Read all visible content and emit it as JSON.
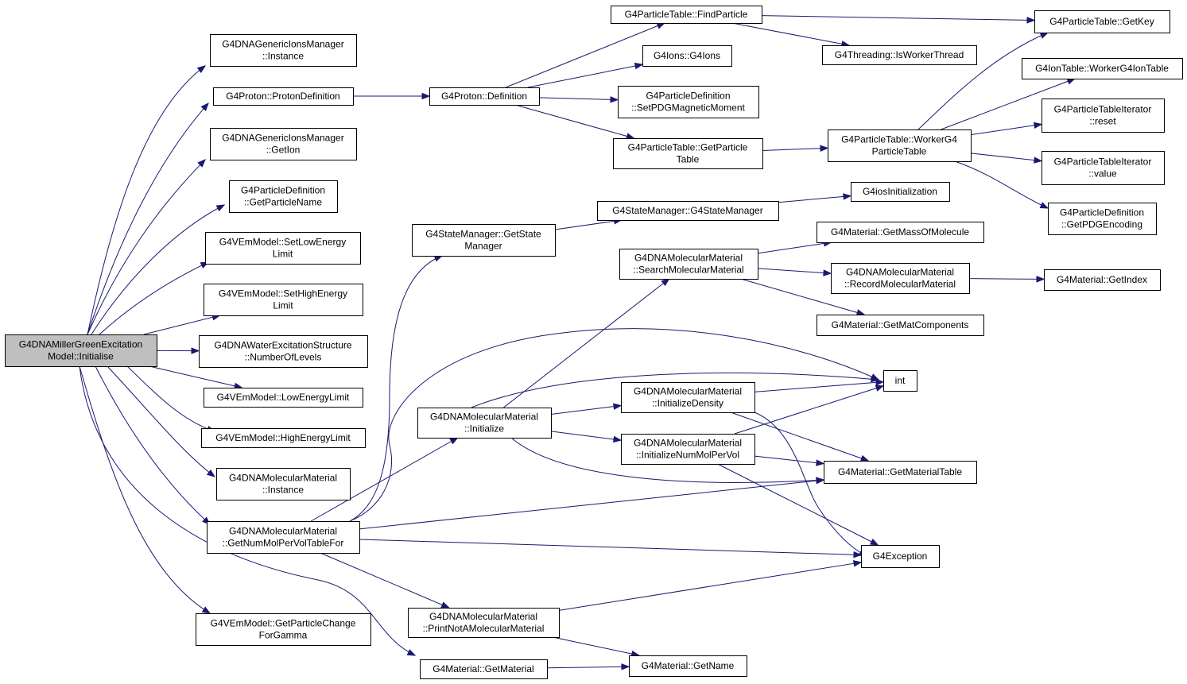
{
  "diagram": {
    "type": "call-graph",
    "root": "root",
    "nodes": [
      {
        "id": "root",
        "lines": [
          "G4DNAMillerGreenExcitation",
          "Model::Initialise"
        ]
      },
      {
        "id": "genericIonsInstance",
        "lines": [
          "G4DNAGenericIonsManager",
          "::Instance"
        ]
      },
      {
        "id": "protonDefinition",
        "lines": [
          "G4Proton::ProtonDefinition"
        ]
      },
      {
        "id": "genericIonsGetIon",
        "lines": [
          "G4DNAGenericIonsManager",
          "::GetIon"
        ]
      },
      {
        "id": "getParticleName",
        "lines": [
          "G4ParticleDefinition",
          "::GetParticleName"
        ]
      },
      {
        "id": "setLowEnergyLimit",
        "lines": [
          "G4VEmModel::SetLowEnergy",
          "Limit"
        ]
      },
      {
        "id": "setHighEnergyLimit",
        "lines": [
          "G4VEmModel::SetHighEnergy",
          "Limit"
        ]
      },
      {
        "id": "numberOfLevels",
        "lines": [
          "G4DNAWaterExcitationStructure",
          "::NumberOfLevels"
        ]
      },
      {
        "id": "lowEnergyLimit",
        "lines": [
          "G4VEmModel::LowEnergyLimit"
        ]
      },
      {
        "id": "highEnergyLimit",
        "lines": [
          "G4VEmModel::HighEnergyLimit"
        ]
      },
      {
        "id": "molMatInstance",
        "lines": [
          "G4DNAMolecularMaterial",
          "::Instance"
        ]
      },
      {
        "id": "getNumMolPerVolTableFor",
        "lines": [
          "G4DNAMolecularMaterial",
          "::GetNumMolPerVolTableFor"
        ]
      },
      {
        "id": "getParticleChangeForGamma",
        "lines": [
          "G4VEmModel::GetParticleChange",
          "ForGamma"
        ]
      },
      {
        "id": "protonDef",
        "lines": [
          "G4Proton::Definition"
        ]
      },
      {
        "id": "getStateManager",
        "lines": [
          "G4StateManager::GetState",
          "Manager"
        ]
      },
      {
        "id": "molMatInitialize",
        "lines": [
          "G4DNAMolecularMaterial",
          "::Initialize"
        ]
      },
      {
        "id": "printNotAMolecularMaterial",
        "lines": [
          "G4DNAMolecularMaterial",
          "::PrintNotAMolecularMaterial"
        ]
      },
      {
        "id": "getMaterial",
        "lines": [
          "G4Material::GetMaterial"
        ]
      },
      {
        "id": "findParticle",
        "lines": [
          "G4ParticleTable::FindParticle"
        ]
      },
      {
        "id": "g4Ions",
        "lines": [
          "G4Ions::G4Ions"
        ]
      },
      {
        "id": "setPDGMagneticMoment",
        "lines": [
          "G4ParticleDefinition",
          "::SetPDGMagneticMoment"
        ]
      },
      {
        "id": "getParticleTable",
        "lines": [
          "G4ParticleTable::GetParticle",
          "Table"
        ]
      },
      {
        "id": "stateManagerCtor",
        "lines": [
          "G4StateManager::G4StateManager"
        ]
      },
      {
        "id": "searchMolecularMaterial",
        "lines": [
          "G4DNAMolecularMaterial",
          "::SearchMolecularMaterial"
        ]
      },
      {
        "id": "initializeDensity",
        "lines": [
          "G4DNAMolecularMaterial",
          "::InitializeDensity"
        ]
      },
      {
        "id": "initializeNumMolPerVol",
        "lines": [
          "G4DNAMolecularMaterial",
          "::InitializeNumMolPerVol"
        ]
      },
      {
        "id": "getName",
        "lines": [
          "G4Material::GetName"
        ]
      },
      {
        "id": "isWorkerThread",
        "lines": [
          "G4Threading::IsWorkerThread"
        ]
      },
      {
        "id": "workerG4ParticleTable",
        "lines": [
          "G4ParticleTable::WorkerG4",
          "ParticleTable"
        ]
      },
      {
        "id": "iosInitialization",
        "lines": [
          "G4iosInitialization"
        ]
      },
      {
        "id": "getMassOfMolecule",
        "lines": [
          "G4Material::GetMassOfMolecule"
        ]
      },
      {
        "id": "recordMolecularMaterial",
        "lines": [
          "G4DNAMolecularMaterial",
          "::RecordMolecularMaterial"
        ]
      },
      {
        "id": "getMatComponents",
        "lines": [
          "G4Material::GetMatComponents"
        ]
      },
      {
        "id": "int",
        "lines": [
          "int"
        ]
      },
      {
        "id": "getMaterialTable",
        "lines": [
          "G4Material::GetMaterialTable"
        ]
      },
      {
        "id": "g4Exception",
        "lines": [
          "G4Exception"
        ]
      },
      {
        "id": "getKey",
        "lines": [
          "G4ParticleTable::GetKey"
        ]
      },
      {
        "id": "workerG4IonTable",
        "lines": [
          "G4IonTable::WorkerG4IonTable"
        ]
      },
      {
        "id": "iteratorReset",
        "lines": [
          "G4ParticleTableIterator",
          "::reset"
        ]
      },
      {
        "id": "iteratorValue",
        "lines": [
          "G4ParticleTableIterator",
          "::value"
        ]
      },
      {
        "id": "getPDGEncoding",
        "lines": [
          "G4ParticleDefinition",
          "::GetPDGEncoding"
        ]
      },
      {
        "id": "getIndex",
        "lines": [
          "G4Material::GetIndex"
        ]
      }
    ],
    "edges": [
      [
        "root",
        "genericIonsInstance"
      ],
      [
        "root",
        "protonDefinition"
      ],
      [
        "root",
        "genericIonsGetIon"
      ],
      [
        "root",
        "getParticleName"
      ],
      [
        "root",
        "setLowEnergyLimit"
      ],
      [
        "root",
        "setHighEnergyLimit"
      ],
      [
        "root",
        "numberOfLevels"
      ],
      [
        "root",
        "lowEnergyLimit"
      ],
      [
        "root",
        "highEnergyLimit"
      ],
      [
        "root",
        "molMatInstance"
      ],
      [
        "root",
        "getNumMolPerVolTableFor"
      ],
      [
        "root",
        "getParticleChangeForGamma"
      ],
      [
        "root",
        "getMaterial"
      ],
      [
        "protonDefinition",
        "protonDef"
      ],
      [
        "protonDef",
        "findParticle"
      ],
      [
        "protonDef",
        "g4Ions"
      ],
      [
        "protonDef",
        "setPDGMagneticMoment"
      ],
      [
        "protonDef",
        "getParticleTable"
      ],
      [
        "findParticle",
        "isWorkerThread"
      ],
      [
        "findParticle",
        "getKey"
      ],
      [
        "getParticleTable",
        "workerG4ParticleTable"
      ],
      [
        "workerG4ParticleTable",
        "getKey"
      ],
      [
        "workerG4ParticleTable",
        "workerG4IonTable"
      ],
      [
        "workerG4ParticleTable",
        "iteratorReset"
      ],
      [
        "workerG4ParticleTable",
        "iteratorValue"
      ],
      [
        "workerG4ParticleTable",
        "getPDGEncoding"
      ],
      [
        "getNumMolPerVolTableFor",
        "getStateManager"
      ],
      [
        "getNumMolPerVolTableFor",
        "int"
      ],
      [
        "getNumMolPerVolTableFor",
        "molMatInitialize"
      ],
      [
        "getNumMolPerVolTableFor",
        "getMaterialTable"
      ],
      [
        "getNumMolPerVolTableFor",
        "g4Exception"
      ],
      [
        "getNumMolPerVolTableFor",
        "printNotAMolecularMaterial"
      ],
      [
        "getStateManager",
        "stateManagerCtor"
      ],
      [
        "stateManagerCtor",
        "iosInitialization"
      ],
      [
        "molMatInitialize",
        "searchMolecularMaterial"
      ],
      [
        "molMatInitialize",
        "int"
      ],
      [
        "molMatInitialize",
        "initializeDensity"
      ],
      [
        "molMatInitialize",
        "initializeNumMolPerVol"
      ],
      [
        "molMatInitialize",
        "getMaterialTable"
      ],
      [
        "searchMolecularMaterial",
        "getMassOfMolecule"
      ],
      [
        "searchMolecularMaterial",
        "recordMolecularMaterial"
      ],
      [
        "searchMolecularMaterial",
        "getMatComponents"
      ],
      [
        "recordMolecularMaterial",
        "getIndex"
      ],
      [
        "initializeDensity",
        "int"
      ],
      [
        "initializeDensity",
        "getMaterialTable"
      ],
      [
        "initializeDensity",
        "g4Exception"
      ],
      [
        "initializeNumMolPerVol",
        "int"
      ],
      [
        "initializeNumMolPerVol",
        "getMaterialTable"
      ],
      [
        "initializeNumMolPerVol",
        "g4Exception"
      ],
      [
        "printNotAMolecularMaterial",
        "g4Exception"
      ],
      [
        "printNotAMolecularMaterial",
        "getName"
      ],
      [
        "getMaterial",
        "getName"
      ]
    ]
  }
}
